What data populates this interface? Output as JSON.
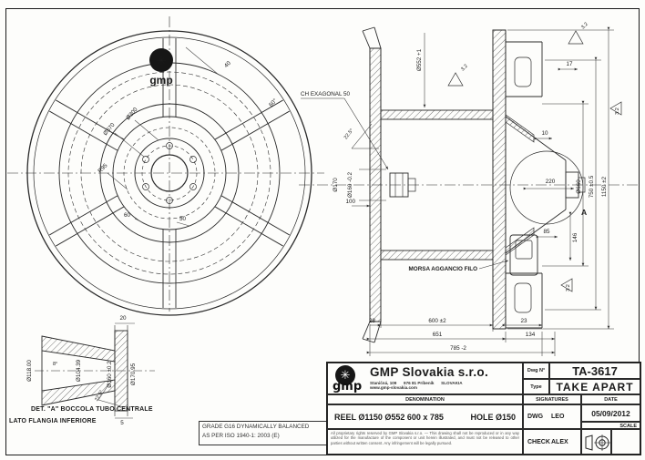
{
  "branding": {
    "logo_text": "gmp",
    "logo_star": "✳"
  },
  "front_view": {
    "dim_40": "40",
    "angle_60": "60°",
    "dia_570": "Ø570",
    "dia_300": "Ø300",
    "radius_r95": "R95",
    "dim_60": "60",
    "dim_50": "50"
  },
  "detail_view": {
    "title_line1": "DET. \"A\" BOCCOLA TUBO CENTRALE",
    "title_line2": "LATO FLANGIA INFERIORE",
    "dim_20": "20",
    "dim_5": "5",
    "dia_118": "Ø118.00",
    "dia_104": "Ø104.39",
    "dia_160": "Ø160 ±0.2",
    "dia_170": "Ø170.95",
    "angle_225": "22.5°",
    "angle_8": "8°"
  },
  "section_view": {
    "hex_label": "CH EXAGONAL 50",
    "angle_225": "22.5°",
    "dia_552": "Ø552 +1",
    "finish": "3.2",
    "dim_17": "17",
    "dim_10": "10",
    "dia_660": "Ø660",
    "dim_220": "220",
    "dim_750": "750 ±0.5",
    "dim_1150": "1150 ±2",
    "detail_marker": "A",
    "dim_85": "85",
    "dim_146": "146",
    "dim_100": "100",
    "dia_170": "Ø170",
    "dia_160": "Ø160 -0.2",
    "morsa_label": "MORSA AGGANCIO FILO",
    "dim_28": "28",
    "dim_600": "600 ±2",
    "dim_23": "23",
    "dim_651": "651",
    "dim_134": "134",
    "dim_785": "785 -2"
  },
  "notes": {
    "balance_line1": "GRADE G16 DYNAMICALLY BALANCED",
    "balance_line2": "AS PER ISO 1940-1: 2003 (E)"
  },
  "title_block": {
    "company": "GMP Slovakia s.r.o.",
    "address": "Staničná, 109      976 81 Príbeník      SLOVAKIA",
    "website": "www.gmp-slovakia.com",
    "dwg_no_label": "Dwg N°",
    "dwg_no": "TA-3617",
    "type_label": "Type",
    "type_value": "TAKE APART",
    "denomination_label": "DENOMINATION",
    "denomination_left": "REEL Ø1150  Ø552   600 x 785",
    "denomination_right": "HOLE Ø150",
    "signatures_label": "SIGNATURES",
    "date_label": "DATE",
    "dwg_label": "DWG",
    "dwg_name": "LEO",
    "date_value": "05/09/2012",
    "check_label": "CHECK",
    "check_name": "ALEX",
    "scale_label": "SCALE",
    "disclaimer": "All proprietary rights reserved by GMP Slovakia s.r.o. — This drawing shall not be reproduced or in any way utilized for the manufacture of the component or unit herein illustrated, and must not be released to other parties without written consent. Any infringement will be legally pursued."
  }
}
